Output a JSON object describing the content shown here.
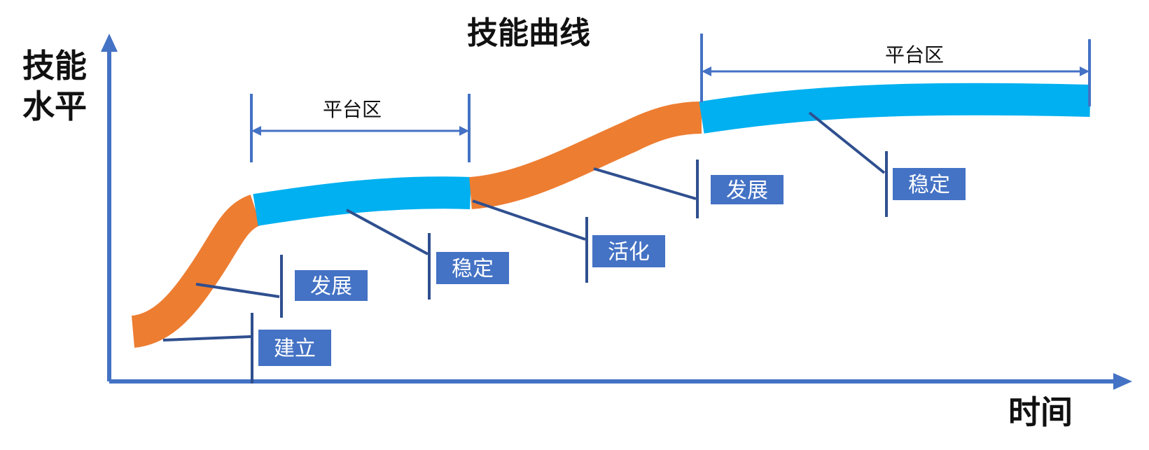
{
  "title": "技能曲线",
  "axes": {
    "y_label_line1": "技能",
    "y_label_line2": "水平",
    "x_label": "时间"
  },
  "colors": {
    "axis": "#4472C4",
    "growth": "#ED7D31",
    "plateau": "#00B0F0",
    "label_box": "#4472C4",
    "leader": "#2F4F8F"
  },
  "plateaus": [
    {
      "label": "平台区"
    },
    {
      "label": "平台区"
    }
  ],
  "stages": [
    {
      "id": "build-1",
      "label": "建立",
      "kind": "growth"
    },
    {
      "id": "develop-1",
      "label": "发展",
      "kind": "growth"
    },
    {
      "id": "stable-1",
      "label": "稳定",
      "kind": "plateau"
    },
    {
      "id": "activate-2",
      "label": "活化",
      "kind": "growth"
    },
    {
      "id": "develop-2",
      "label": "发展",
      "kind": "growth"
    },
    {
      "id": "stable-2",
      "label": "稳定",
      "kind": "plateau"
    }
  ]
}
